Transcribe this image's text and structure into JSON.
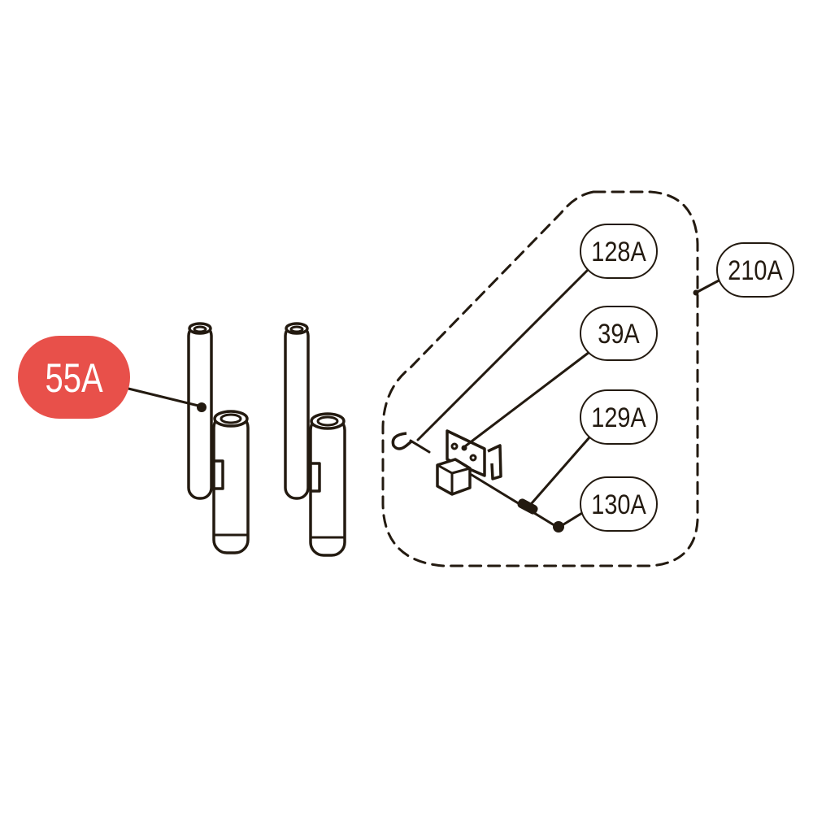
{
  "callouts": {
    "highlighted": {
      "label": "55A",
      "color": "#e8504a"
    },
    "p128": {
      "label": "128A"
    },
    "p39": {
      "label": "39A"
    },
    "p129": {
      "label": "129A"
    },
    "p130": {
      "label": "130A"
    },
    "p210": {
      "label": "210A"
    }
  },
  "colors": {
    "line": "#231a10",
    "highlight": "#e8504a"
  }
}
